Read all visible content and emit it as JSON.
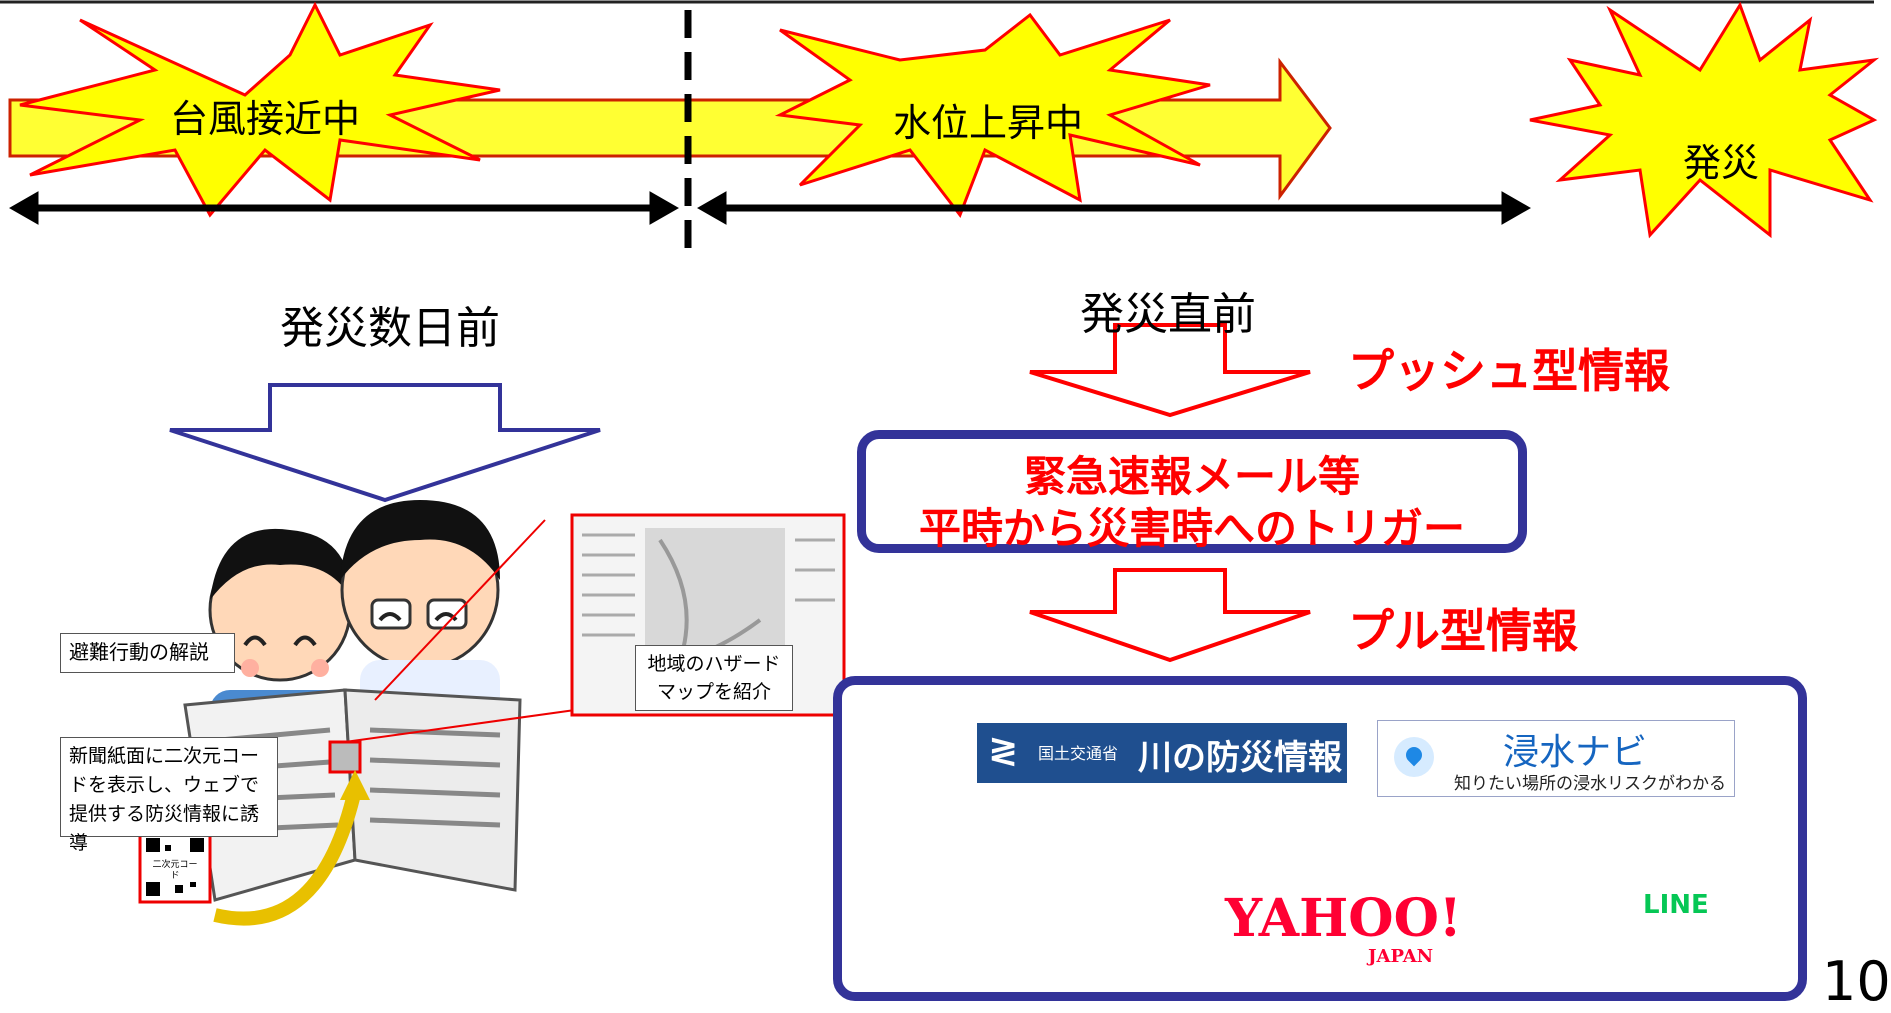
{
  "timeline": {
    "stage1": "台風接近中",
    "stage2": "水位上昇中",
    "stage3": "発災",
    "span1": "発災数日前",
    "span2": "発災直前"
  },
  "info": {
    "push_label": "プッシュ型情報",
    "emergency_line1": "緊急速報メール等",
    "emergency_line2": "平時から災害時へのトリガー",
    "pull_label": "プル型情報"
  },
  "illustration": {
    "callout_evac": "避難行動の解説",
    "callout_qr": "新聞紙面に二次元コードを表示し、ウェブで提供する防災情報に誘導",
    "callout_hazard": "地域のハザードマップを紹介",
    "qr_label": "二次元コード"
  },
  "services": {
    "kawa_prefix": "国土交通省",
    "kawa_name": "川の防災情報",
    "shinsui_name": "浸水ナビ",
    "shinsui_sub": "知りたい場所の浸水リスクがわかる",
    "yahoo_main": "YAHOO!",
    "yahoo_sub": "JAPAN",
    "line_name": "LINE"
  },
  "slide_number": "10",
  "colors": {
    "burst_fill": "#ffff00",
    "burst_stroke": "#ff0000",
    "arrow_fill": "#ffff33",
    "box_border": "#333399",
    "accent_red": "#ff0000",
    "twitter": "#1da1f2",
    "line_green": "#06c755"
  }
}
